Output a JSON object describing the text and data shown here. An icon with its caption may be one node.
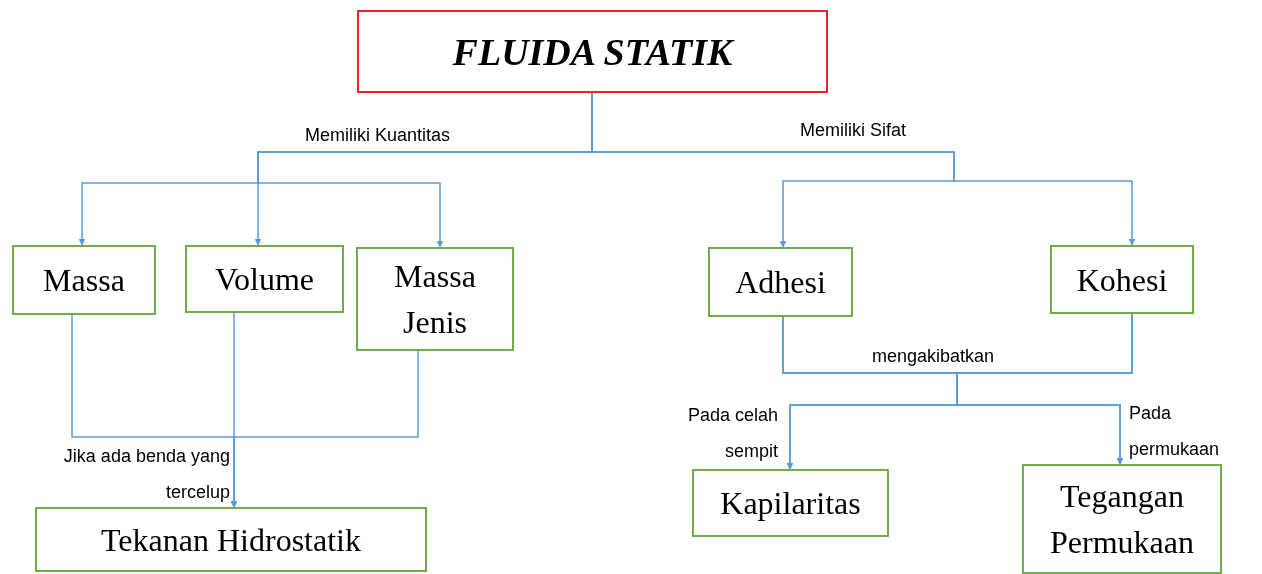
{
  "diagram": {
    "nodes": [
      {
        "text": [
          "FLUIDA STATIK"
        ]
      },
      {
        "text": [
          "Massa"
        ]
      },
      {
        "text": [
          "Volume"
        ]
      },
      {
        "text": [
          "Massa Jenis"
        ]
      },
      {
        "text": [
          "Adhesi"
        ]
      },
      {
        "text": [
          "Kohesi"
        ]
      },
      {
        "text": [
          "Tekanan Hidrostatik"
        ]
      },
      {
        "text": [
          "Kapilaritas"
        ]
      },
      {
        "text": [
          "Tegangan Permukaan"
        ]
      }
    ],
    "edges": [
      {
        "from": 0,
        "to": 1,
        "arrow": "to",
        "label": "Memiliki Kuantitas"
      },
      {
        "from": 0,
        "to": 2,
        "arrow": "to"
      },
      {
        "from": 0,
        "to": 3,
        "arrow": "to"
      },
      {
        "from": 0,
        "to": 4,
        "arrow": "to",
        "label": "Memiliki Sifat"
      },
      {
        "from": 0,
        "to": 5,
        "arrow": "to"
      },
      {
        "from": 1,
        "to": 6,
        "arrow": "to",
        "label": "Jika ada benda yang tercelup"
      },
      {
        "from": 2,
        "to": 6,
        "arrow": "to"
      },
      {
        "from": 3,
        "to": 6,
        "arrow": "to"
      },
      {
        "from": 4,
        "to": 7,
        "arrow": "to",
        "label": "mengakibatkan"
      },
      {
        "from": 4,
        "to": 8,
        "arrow": "to"
      },
      {
        "from": 5,
        "to": 7,
        "arrow": "to"
      },
      {
        "from": 5,
        "to": 8,
        "arrow": "to"
      }
    ],
    "labels": [
      "Pada celah sempit",
      "Pada permukaan"
    ]
  }
}
